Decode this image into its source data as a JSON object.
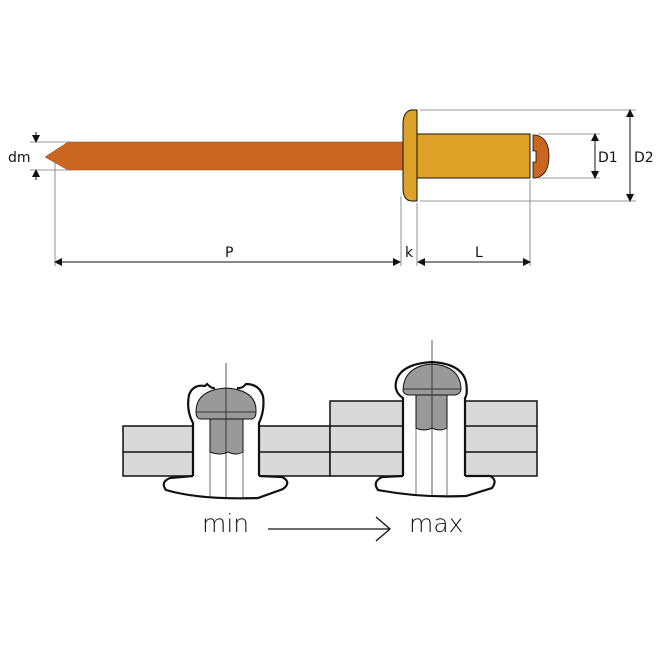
{
  "rivet_diagram": {
    "labels": {
      "dm": "dm",
      "d1": "D1",
      "d2": "D2",
      "p": "P",
      "k": "k",
      "l": "L"
    },
    "colors": {
      "mandrel": "#CB6620",
      "body": "#DCA328",
      "plate": "#D9D9D9",
      "mandrel_grey": "#999999"
    }
  },
  "grip_range": {
    "min_label": "min",
    "max_label": "max"
  }
}
